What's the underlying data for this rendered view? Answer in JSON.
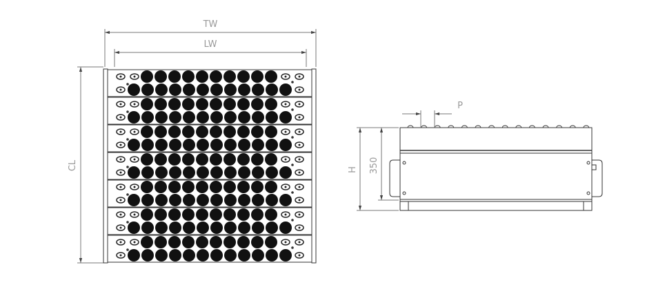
{
  "labels": {
    "tw": "TW",
    "lw": "LW",
    "cl": "CL",
    "h": "H",
    "height_value": "350",
    "p": "P"
  },
  "grid": {
    "modules": 7,
    "row1_large": 10,
    "row2_large": 12
  },
  "colors": {
    "line": "#333333",
    "dim": "#999999",
    "fill": "#111111"
  }
}
